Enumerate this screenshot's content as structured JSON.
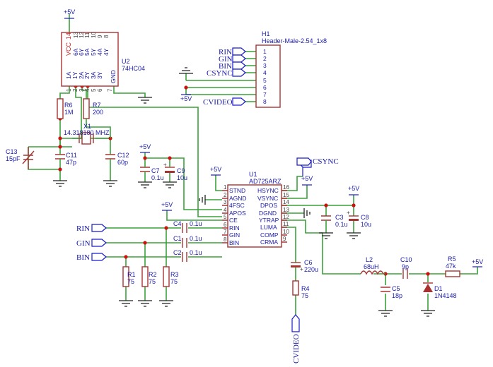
{
  "power": {
    "vcc": "+5V"
  },
  "u2": {
    "ref": "U2",
    "value": "74HC04",
    "pins_top": [
      "VCC",
      "6A",
      "6Y",
      "5A",
      "5Y",
      "4A",
      "4Y"
    ],
    "pins_top_num": [
      "14",
      "13",
      "12",
      "11",
      "10",
      "9",
      "8"
    ],
    "pins_bot": [
      "1A",
      "1Y",
      "2A",
      "2Y",
      "3A",
      "3Y",
      "GND"
    ],
    "pins_bot_num": [
      "1",
      "2",
      "3",
      "4",
      "5",
      "6",
      "7"
    ]
  },
  "h1": {
    "ref": "H1",
    "value": "Header-Male-2.54_1x8",
    "pins": [
      "1",
      "2",
      "3",
      "4",
      "5",
      "6",
      "7",
      "8"
    ]
  },
  "nets": {
    "rin": "RIN",
    "gin": "GIN",
    "bin": "BIN",
    "csync": "CSYNC",
    "cvideo": "CVIDEO"
  },
  "u1": {
    "ref": "U1",
    "value": "AD725ARZ",
    "left_pins": [
      "STND",
      "AGND",
      "4FSC",
      "APOS",
      "CE",
      "RIN",
      "GIN",
      "BIN"
    ],
    "left_nums": [
      "1",
      "2",
      "3",
      "4",
      "5",
      "6",
      "7",
      "8"
    ],
    "right_pins": [
      "HSYNC",
      "VSYNC",
      "DPOS",
      "DGND",
      "YTRAP",
      "LUMA",
      "COMP",
      "CRMA"
    ],
    "right_nums": [
      "16",
      "15",
      "14",
      "13",
      "12",
      "11",
      "10",
      "9"
    ]
  },
  "parts": {
    "r6": {
      "ref": "R6",
      "value": "1M"
    },
    "r7": {
      "ref": "R7",
      "value": "200"
    },
    "x1": {
      "ref": "X1",
      "value": "14.318180 MHZ"
    },
    "c13": {
      "ref": "C13",
      "value": "15pF"
    },
    "c11": {
      "ref": "C11",
      "value": "47p"
    },
    "c12": {
      "ref": "C12",
      "value": "60p"
    },
    "c7": {
      "ref": "C7",
      "value": "0.1u"
    },
    "c9": {
      "ref": "C9",
      "value": "10u"
    },
    "c4": {
      "ref": "C4",
      "value": "0.1u"
    },
    "c1": {
      "ref": "C1",
      "value": "0.1u"
    },
    "c2": {
      "ref": "C2",
      "value": "0.1u"
    },
    "r1": {
      "ref": "R1",
      "value": "75"
    },
    "r2": {
      "ref": "R2",
      "value": "75"
    },
    "r3": {
      "ref": "R3",
      "value": "75"
    },
    "c3": {
      "ref": "C3",
      "value": "0.1u"
    },
    "c8": {
      "ref": "C8",
      "value": "10u"
    },
    "c6": {
      "ref": "C6",
      "value": "220u"
    },
    "r4": {
      "ref": "R4",
      "value": "75"
    },
    "l2": {
      "ref": "L2",
      "value": "68uH"
    },
    "c10": {
      "ref": "C10",
      "value": "9p"
    },
    "c5": {
      "ref": "C5",
      "value": "18p"
    },
    "r5": {
      "ref": "R5",
      "value": "47k"
    },
    "d1": {
      "ref": "D1",
      "value": "1N4148"
    }
  }
}
